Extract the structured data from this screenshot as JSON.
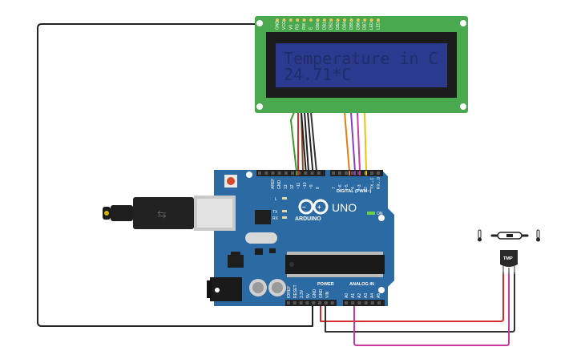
{
  "lcd": {
    "line1": "Temperature in C",
    "line2": "24.71*C",
    "pin_labels": [
      "GND",
      "VCC",
      "V0",
      "RS",
      "RW",
      "E",
      "DB0",
      "DB1",
      "DB2",
      "DB3",
      "DB4",
      "DB5",
      "DB6",
      "DB7",
      "LED",
      "LED"
    ]
  },
  "arduino": {
    "brand": "ARDUINO",
    "model": "UNO",
    "digital_label": "DIGITAL (PWM~)",
    "analog_label": "ANALOG IN",
    "power_label": "POWER",
    "on_label": "ON",
    "tx_label": "TX",
    "rx_label": "RX",
    "l_label": "L",
    "ioref_label": "IOREF",
    "reset_label": "RESET",
    "v33_label": "3.3V",
    "v5_label": "5V",
    "gnd_label": "GND",
    "vin_label": "VIN",
    "a0": "A0",
    "a1": "A1",
    "a2": "A2",
    "a3": "A3",
    "a4": "A4",
    "a5": "A5",
    "aref": "AREF",
    "gnd_top": "GND",
    "d13": "13",
    "d12": "12",
    "d11": "~11",
    "d10": "~10",
    "d9": "~9",
    "d8": "8",
    "d7": "7",
    "d6": "~6",
    "d5": "~5",
    "d4": "4",
    "d3": "~3",
    "d2": "2",
    "tx1": "TX→1",
    "rx0": "RX←0"
  },
  "sensor": {
    "label": "TMP"
  },
  "colors": {
    "pcb": "#2c6aa3",
    "lcd_board": "#4aa84e",
    "lcd_screen": "#2b3a8f",
    "wire_black": "#222222",
    "wire_red": "#d42b2b",
    "wire_magenta": "#c73a9e",
    "wire_orange": "#e07f14",
    "wire_purple": "#8a3fc2",
    "wire_yellow": "#e3c515",
    "wire_green": "#3f9a2c",
    "wire_gray": "#555555"
  }
}
